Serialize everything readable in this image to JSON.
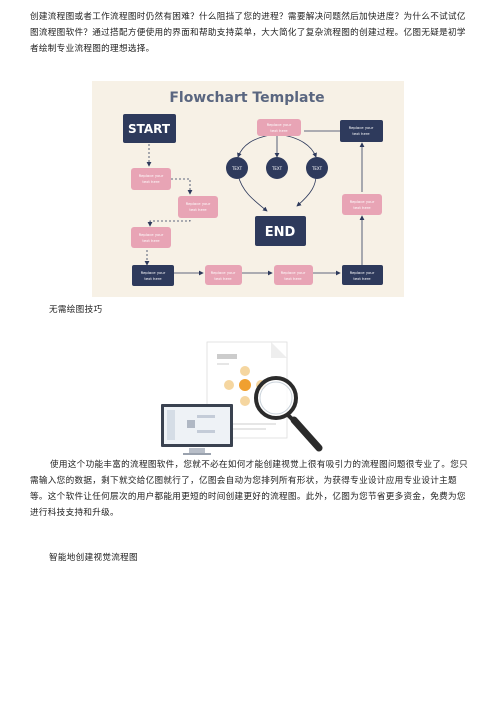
{
  "intro_paragraph": "创建流程图或者工作流程图时仍然有困难？什么阻挡了您的进程？需要解决问题然后加快进度？为什么不试试亿图流程图软件？通过搭配方便使用的界面和帮助支持菜单，大大简化了复杂流程图的创建过程。亿图无疑是初学者绘制专业流程图的理想选择。",
  "flowchart": {
    "title": "Flowchart Template",
    "start_label": "START",
    "end_label": "END",
    "text_node": "TEXT",
    "replace_line1": "Replace your",
    "replace_line2": "text here",
    "colors": {
      "background": "#f7f1e6",
      "dark": "#2e3a5c",
      "pink": "#e8a4b5",
      "title": "#5a6680"
    }
  },
  "heading_1": "无需绘图技巧",
  "figure_2": {
    "icons": [
      "monitor-icon",
      "magnifier-icon",
      "document-icon"
    ]
  },
  "body_paragraph": "使用这个功能丰富的流程图软件，您就不必在如何才能创建视觉上很有吸引力的流程图问题很专业了。您只需输入您的数据，剩下就交给亿图就行了，亿图会自动为您排列所有形状，为获得专业设计应用专业设计主题等。这个软件让任何层次的用户都能用更短的时间创建更好的流程图。此外，亿图为您节省更多资金，免费为您进行科技支持和升级。",
  "heading_2": "智能地创建视觉流程图"
}
